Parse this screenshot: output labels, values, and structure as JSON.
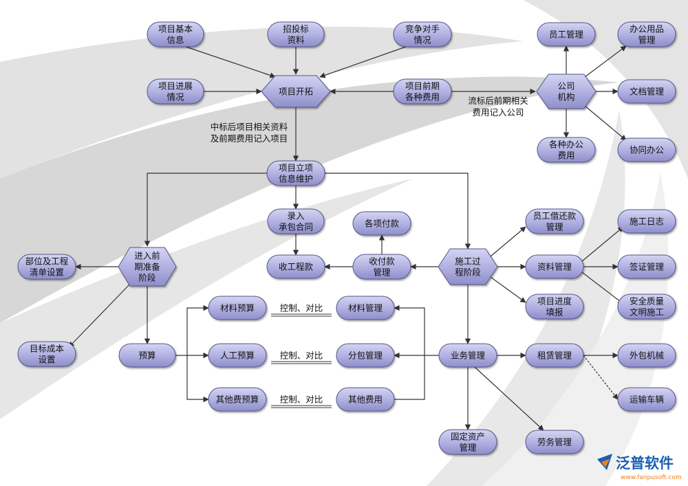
{
  "nodes": {
    "proj_basic": [
      "项目基本",
      "信息"
    ],
    "bidding": [
      "招投标",
      "资料"
    ],
    "competitor": [
      "竞争对手",
      "情况"
    ],
    "proj_progress_info": [
      "项目进展",
      "情况"
    ],
    "proj_dev": [
      "项目开拓"
    ],
    "pre_fees": [
      "项目前期",
      "各种费用"
    ],
    "staff_mgmt": [
      "员工管理"
    ],
    "office_supplies": [
      "办公用品",
      "管理"
    ],
    "company": [
      "公司",
      "机构"
    ],
    "doc_mgmt": [
      "文档管理"
    ],
    "office_fees": [
      "各种办公",
      "费用"
    ],
    "collab": [
      "协同办公"
    ],
    "proj_setup": [
      "项目立项",
      "信息维护"
    ],
    "contract": [
      "录入",
      "承包合同"
    ],
    "payments": [
      "各项付款"
    ],
    "pay_mgmt": [
      "收付款",
      "管理"
    ],
    "receipts": [
      "收工程款"
    ],
    "construction": [
      "施工过",
      "程阶段"
    ],
    "loan": [
      "员工借还款",
      "管理"
    ],
    "doc_data": [
      "资料管理"
    ],
    "prog_report": [
      "项目进度",
      "填报"
    ],
    "daily_log": [
      "施工日志"
    ],
    "visa": [
      "签证管理"
    ],
    "safety": [
      "安全质量",
      "文明施工"
    ],
    "prep": [
      "进入前",
      "期准备",
      "阶段"
    ],
    "boq": [
      "部位及工程",
      "清单设置"
    ],
    "target_cost": [
      "目标成本",
      "设置"
    ],
    "budget": [
      "预算"
    ],
    "mat_budget": [
      "材料预算"
    ],
    "labor_budget": [
      "人工预算"
    ],
    "other_budget": [
      "其他费预算"
    ],
    "mat_mgmt": [
      "材料管理"
    ],
    "sub_mgmt": [
      "分包管理"
    ],
    "other_fees": [
      "其他费用"
    ],
    "business": [
      "业务管理"
    ],
    "lease": [
      "租赁管理"
    ],
    "outsource": [
      "外包机械"
    ],
    "transport": [
      "运输车辆"
    ],
    "fixed_assets": [
      "固定资产",
      "管理"
    ],
    "labor_mgmt": [
      "劳务管理"
    ]
  },
  "labels": {
    "bid_won": [
      "中标后项目相关资料",
      "及前期费用记入项目"
    ],
    "lost_bid": [
      "流标后前期相关",
      "费用记入公司"
    ],
    "ctrl_1": [
      "控制、对比"
    ],
    "ctrl_2": [
      "控制、对比"
    ],
    "ctrl_3": [
      "控制、对比"
    ]
  },
  "logo": {
    "text": "泛普软件",
    "url": "www.fanpusoft.com"
  },
  "colors": {
    "node_fill_top": "#c9c9ee",
    "node_fill_bottom": "#8f8fcc",
    "node_stroke": "#555588",
    "arrow": "#333333",
    "background_swoosh": "#dcdcdc",
    "logo_blue": "#1a5fb4",
    "logo_orange": "#f08020"
  }
}
